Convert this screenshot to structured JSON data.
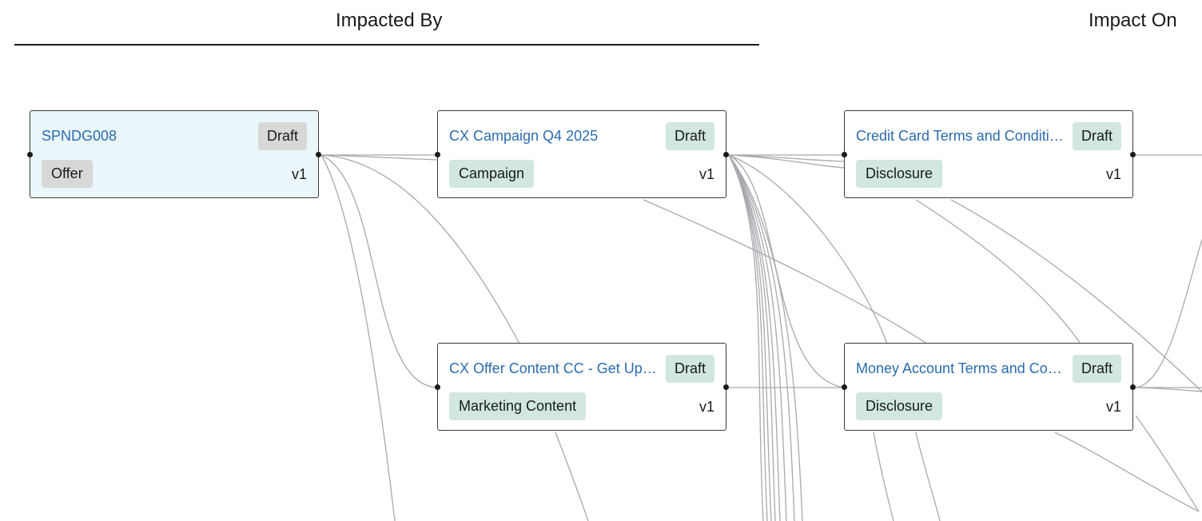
{
  "headers": {
    "impacted_by": "Impacted By",
    "impact_on": "Impact On"
  },
  "nodes": [
    {
      "title": "SPNDG008",
      "status": "Draft",
      "type": "Offer",
      "version": "v1",
      "selected": true,
      "type_badge": "gray"
    },
    {
      "title": "CX Campaign Q4 2025",
      "status": "Draft",
      "type": "Campaign",
      "version": "v1",
      "selected": false,
      "type_badge": "green"
    },
    {
      "title": "Credit Card Terms and Conditi…",
      "status": "Draft",
      "type": "Disclosure",
      "version": "v1",
      "selected": false,
      "type_badge": "green"
    },
    {
      "title": "CX Offer Content CC - Get Up …",
      "status": "Draft",
      "type": "Marketing Content",
      "version": "v1",
      "selected": false,
      "type_badge": "green"
    },
    {
      "title": "Money Account Terms and Con…",
      "status": "Draft",
      "type": "Disclosure",
      "version": "v1",
      "selected": false,
      "type_badge": "green"
    }
  ],
  "colors": {
    "link": "#2b6cb0",
    "edge": "#a8a8ae",
    "selected_bg": "#eaf6fa",
    "badge_green": "#d1e7e0",
    "badge_gray": "#d8d8d8"
  }
}
